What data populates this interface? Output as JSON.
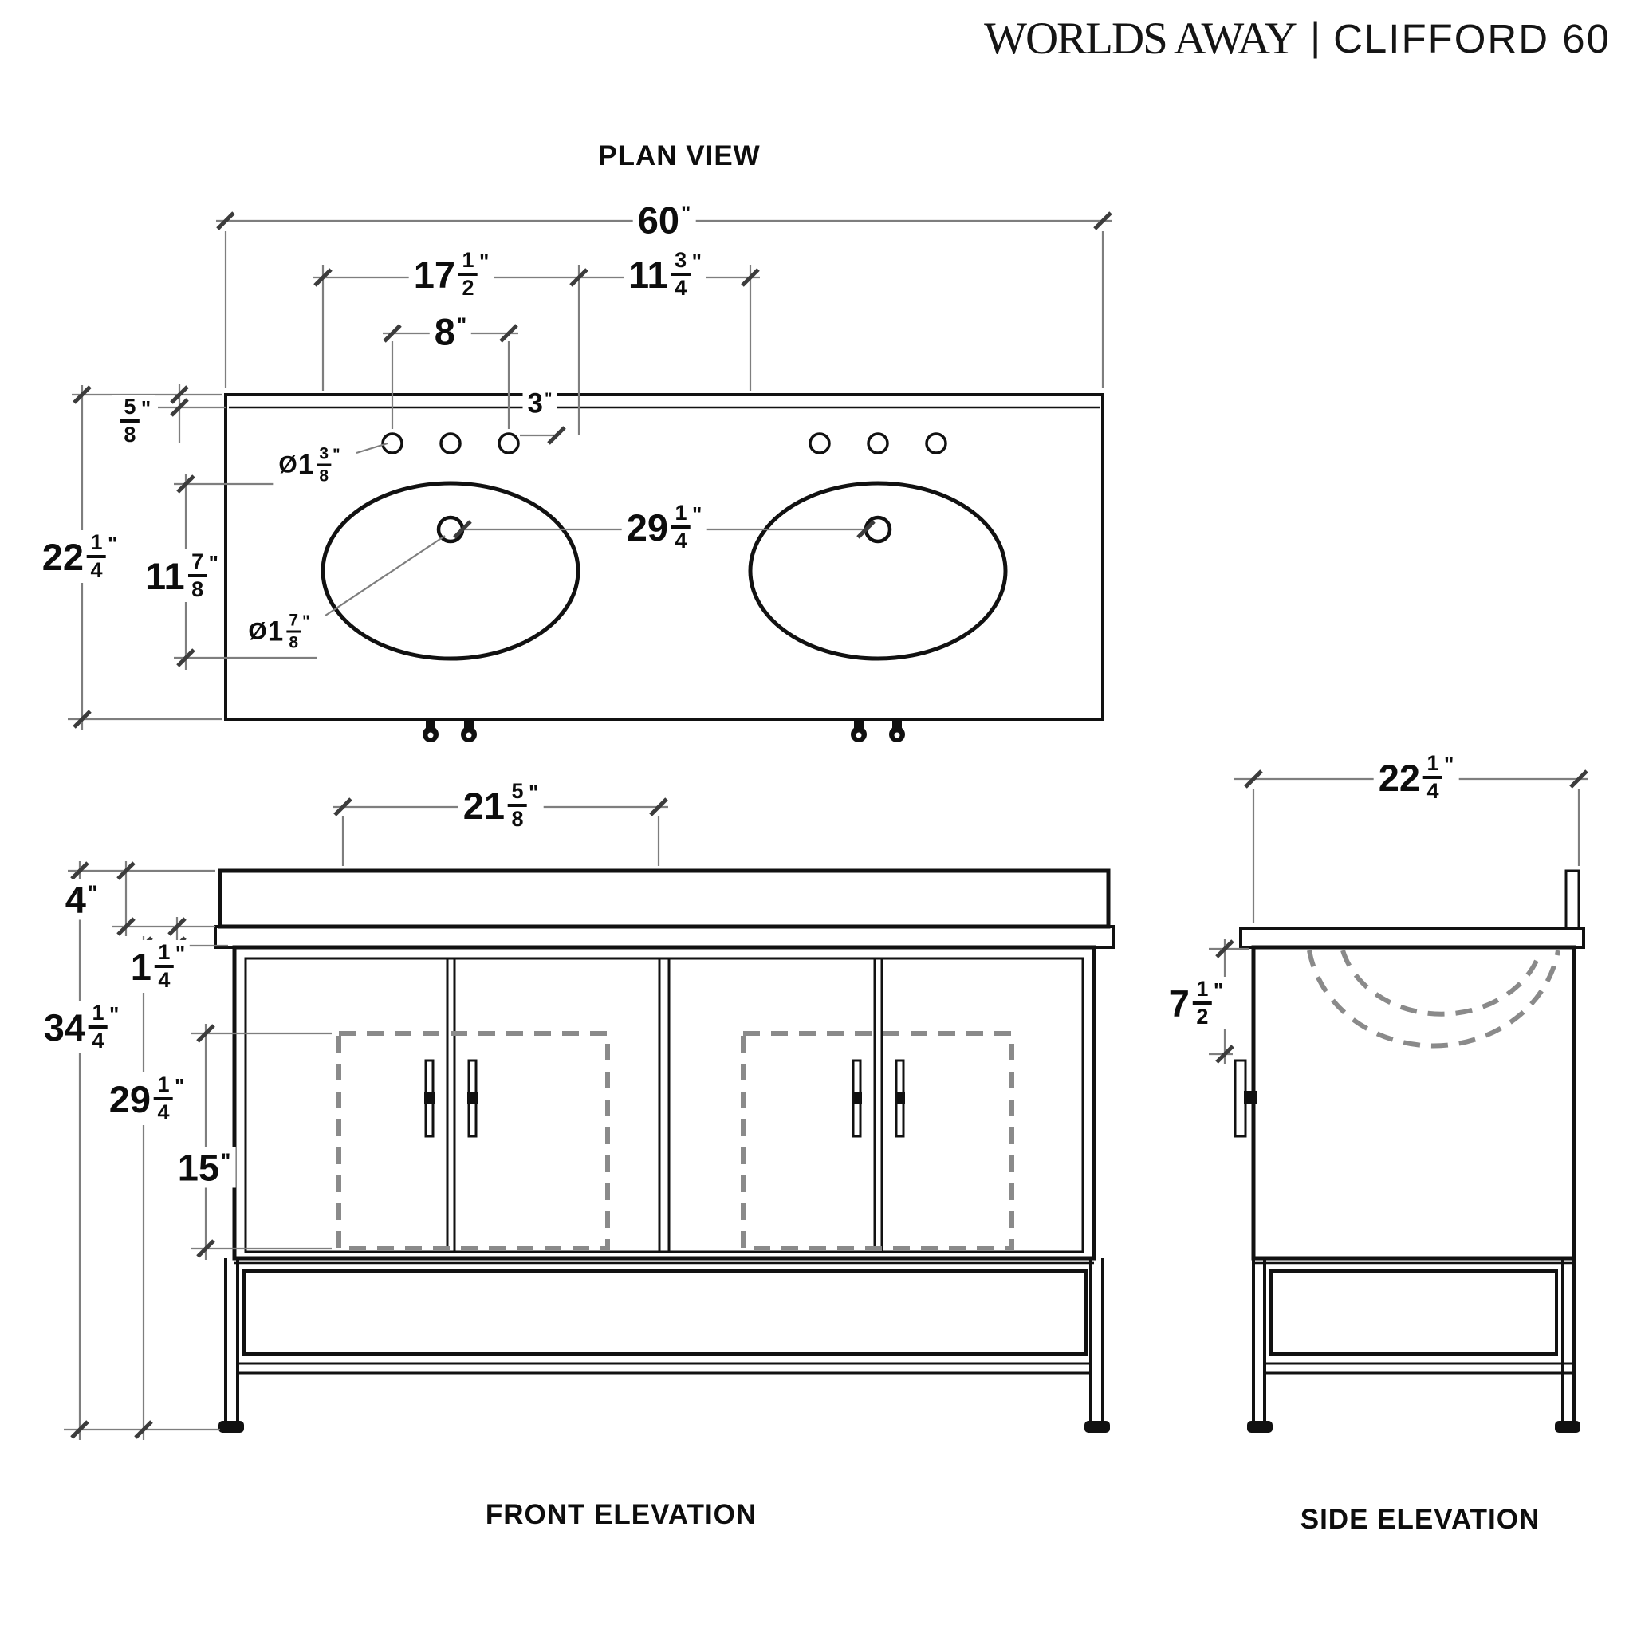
{
  "header": {
    "brand": "WORLDS AWAY",
    "separator": "|",
    "product": "CLIFFORD 60"
  },
  "views": {
    "plan": {
      "title": "PLAN VIEW"
    },
    "front": {
      "title": "FRONT ELEVATION"
    },
    "side": {
      "title": "SIDE ELEVATION"
    }
  },
  "colors": {
    "line": "#111111",
    "dimension": "#7e7e7e",
    "tick": "#3c3c3c",
    "dash": "#8a8a8a"
  },
  "dims": {
    "plan_overall_width": {
      "whole": "60",
      "unit": "\""
    },
    "plan_bowl_width": {
      "whole": "17",
      "num": "1",
      "den": "2",
      "unit": "\""
    },
    "plan_bowl_gap": {
      "whole": "11",
      "num": "3",
      "den": "4",
      "unit": "\""
    },
    "plan_faucet_spread": {
      "whole": "8",
      "unit": "\""
    },
    "plan_hole_setback": {
      "whole": "3",
      "unit": "\""
    },
    "plan_backsplash": {
      "num": "5",
      "den": "8",
      "unit": "\""
    },
    "plan_overall_depth": {
      "whole": "22",
      "num": "1",
      "den": "4",
      "unit": "\""
    },
    "plan_bowl_depth": {
      "whole": "11",
      "num": "7",
      "den": "8",
      "unit": "\""
    },
    "plan_faucet_hole_dia": {
      "prefix": "Ø",
      "whole": "1",
      "num": "3",
      "den": "8",
      "unit": "\""
    },
    "plan_drain_hole_dia": {
      "prefix": "Ø",
      "whole": "1",
      "num": "7",
      "den": "8",
      "unit": "\""
    },
    "plan_sink_centers": {
      "whole": "29",
      "num": "1",
      "den": "4",
      "unit": "\""
    },
    "front_door_span": {
      "whole": "21",
      "num": "5",
      "den": "8",
      "unit": "\""
    },
    "front_backsplash_h": {
      "whole": "4",
      "unit": "\""
    },
    "front_counter_thick": {
      "whole": "1",
      "num": "1",
      "den": "4",
      "unit": "\""
    },
    "front_overall_height": {
      "whole": "34",
      "num": "1",
      "den": "4",
      "unit": "\""
    },
    "front_cabinet_height": {
      "whole": "29",
      "num": "1",
      "den": "4",
      "unit": "\""
    },
    "front_shelf_height": {
      "whole": "15",
      "unit": "\""
    },
    "side_overall_depth": {
      "whole": "22",
      "num": "1",
      "den": "4",
      "unit": "\""
    },
    "side_handle_offset": {
      "whole": "7",
      "num": "1",
      "den": "2",
      "unit": "\""
    }
  }
}
